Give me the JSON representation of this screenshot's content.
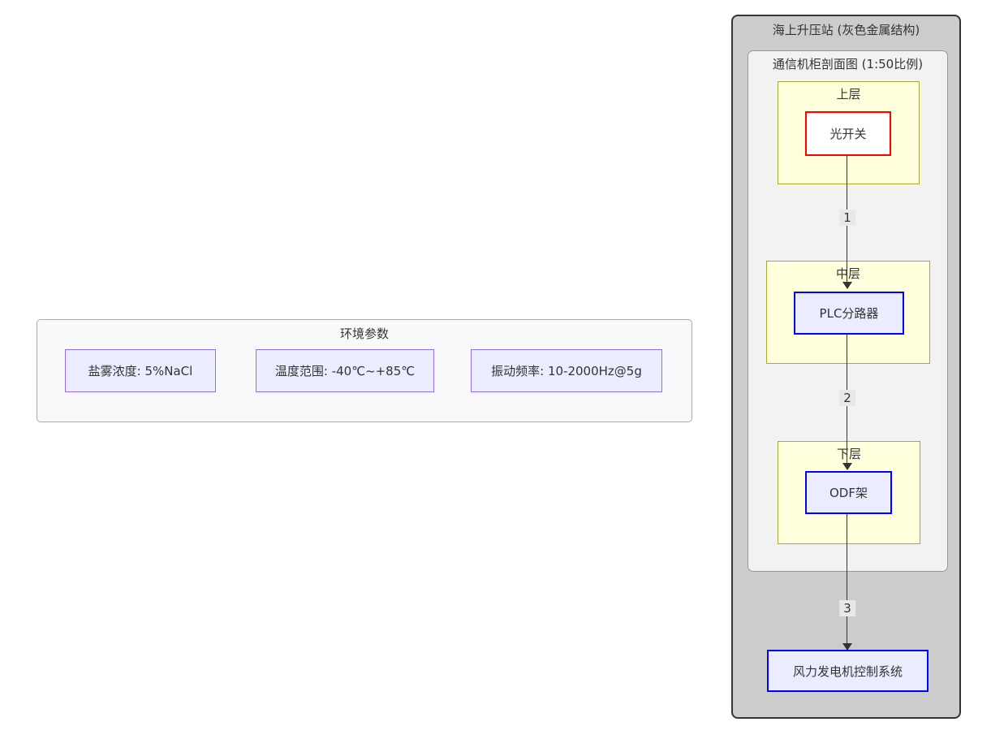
{
  "env_group": {
    "title": "环境参数",
    "items": [
      {
        "label": "盐雾浓度: 5%NaCl"
      },
      {
        "label": "温度范围: -40℃~+85℃"
      },
      {
        "label": "振动频率: 10-2000Hz@5g"
      }
    ]
  },
  "station_group": {
    "title": "海上升压站 (灰色金属结构)",
    "cabinet": {
      "title": "通信机柜剖面图 (1:50比例)",
      "layers": [
        {
          "title": "上层",
          "node": {
            "label": "光开关"
          }
        },
        {
          "title": "中层",
          "node": {
            "label": "PLC分路器"
          }
        },
        {
          "title": "下层",
          "node": {
            "label": "ODF架"
          }
        }
      ]
    },
    "edges": [
      {
        "label": "1"
      },
      {
        "label": "2"
      },
      {
        "label": "3"
      }
    ],
    "external_node": {
      "label": "风力发电机控制系统"
    }
  },
  "colors": {
    "station_fill": "#cccccc",
    "station_border": "#333333",
    "cabinet_fill": "#f2f2f2",
    "cabinet_border": "#999999",
    "layer_fill": "#ffffde",
    "layer_border": "#aaaa33",
    "env_group_fill": "#f9f9fc",
    "env_node_fill": "#ececff",
    "env_node_border": "#9370db",
    "highlight_node_border": "#ff0000",
    "device_node_border": "#0000ff",
    "edge_line": "#333333",
    "text": "#333333"
  }
}
